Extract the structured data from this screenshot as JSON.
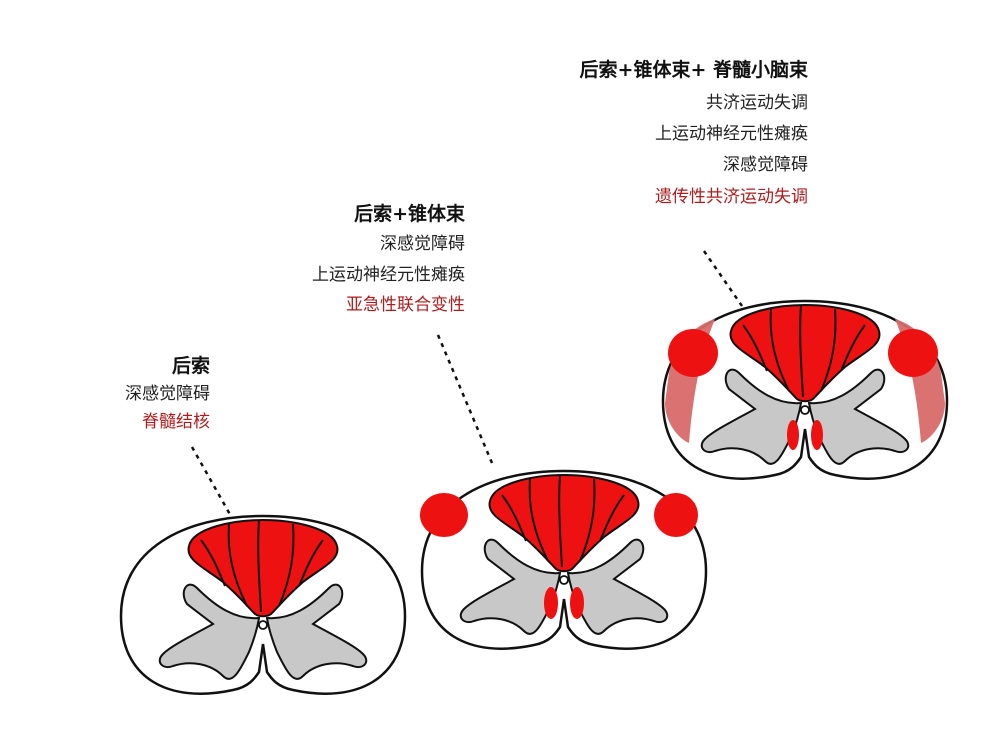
{
  "panels": [
    {
      "title": "后索",
      "symptoms": [
        "深感觉障碍"
      ],
      "disease": "脊髓结核"
    },
    {
      "title": "后索+锥体束",
      "symptoms": [
        "深感觉障碍",
        "上运动神经元性瘫痪"
      ],
      "disease": "亚急性联合变性"
    },
    {
      "title": "后索+锥体束+ 脊髓小脑束",
      "symptoms": [
        "共济运动失调",
        "上运动神经元性瘫痪",
        "深感觉障碍"
      ],
      "disease": "遗传性共济运动失调"
    }
  ],
  "colors": {
    "lesion": "#ee1111",
    "lesion_faded": "#d96a6a",
    "gray_matter": "#c8c8c8",
    "outline": "#111111",
    "disease_text": "#b01c1c"
  }
}
